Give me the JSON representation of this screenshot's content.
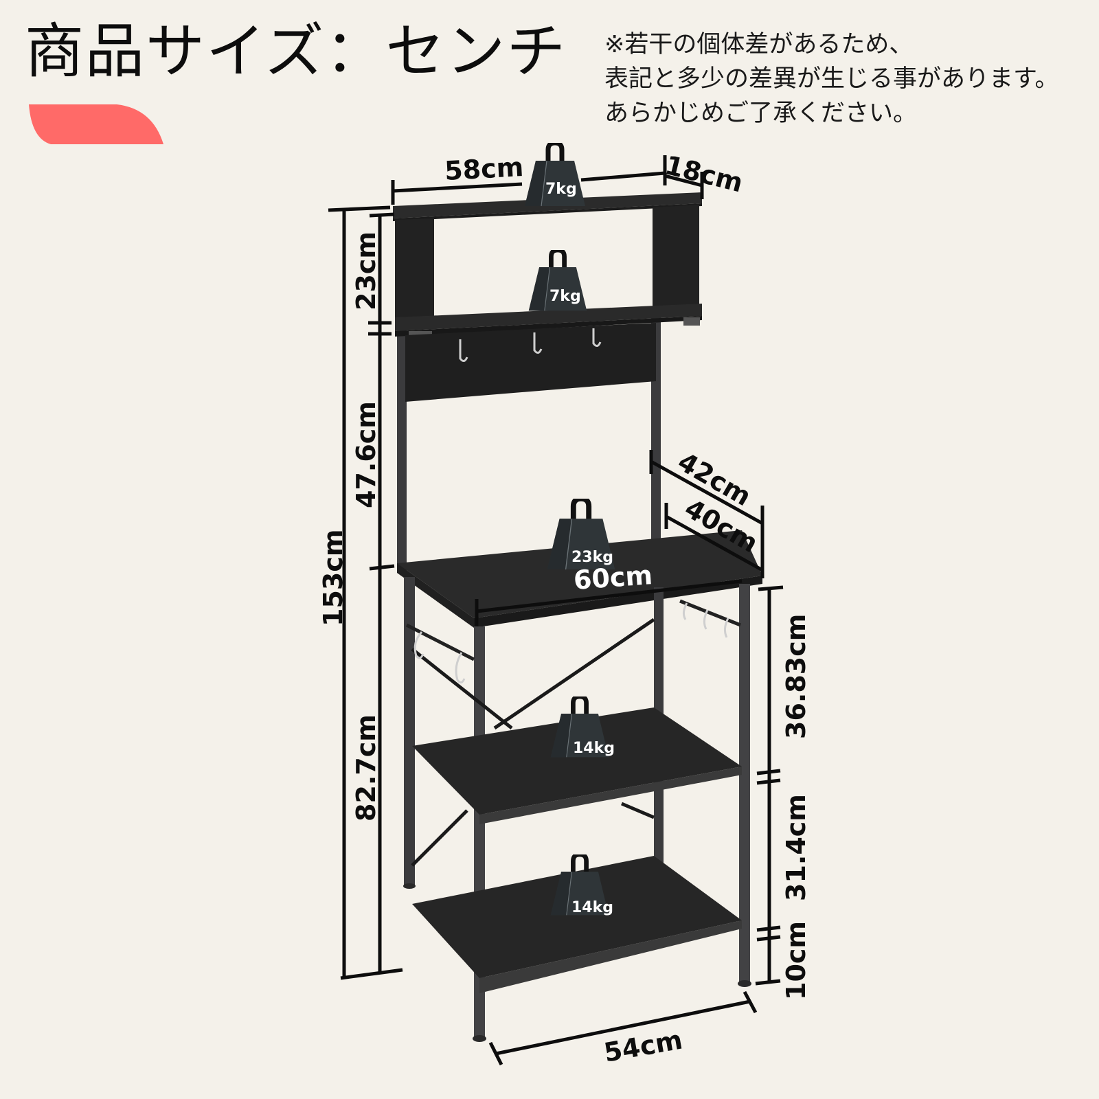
{
  "header": {
    "title": "商品サイズ：センチ",
    "accent_color": "#ff6a68"
  },
  "notice": {
    "lines": [
      "※若干の個体差があるため、",
      "表記と多少の差異が生じる事があります。",
      "あらかじめご了承ください。"
    ]
  },
  "colors": {
    "background": "#f4f1ea",
    "wood": "#262626",
    "wood_edge": "#3a3a3a",
    "frame": "#3b3b3d",
    "weight_body": "#2f3538",
    "hook": "#cfcfcf",
    "dimension_line": "#0d0d0d"
  },
  "dimensions": {
    "top_width": "58cm",
    "top_depth": "18cm",
    "total_height": "153cm",
    "hutch_height": "23cm",
    "upper_section_height": "47.6cm",
    "lower_section_height": "82.7cm",
    "outer_depth": "42cm",
    "inner_depth": "40cm",
    "main_shelf_width": "60cm",
    "shelf_gap_1": "36.83cm",
    "shelf_gap_2": "31.4cm",
    "bottom_clearance": "10cm",
    "base_width": "54cm"
  },
  "weights": {
    "top_board": "7kg",
    "hutch_shelf": "7kg",
    "main_shelf": "23kg",
    "middle_shelf": "14kg",
    "bottom_shelf": "14kg"
  }
}
